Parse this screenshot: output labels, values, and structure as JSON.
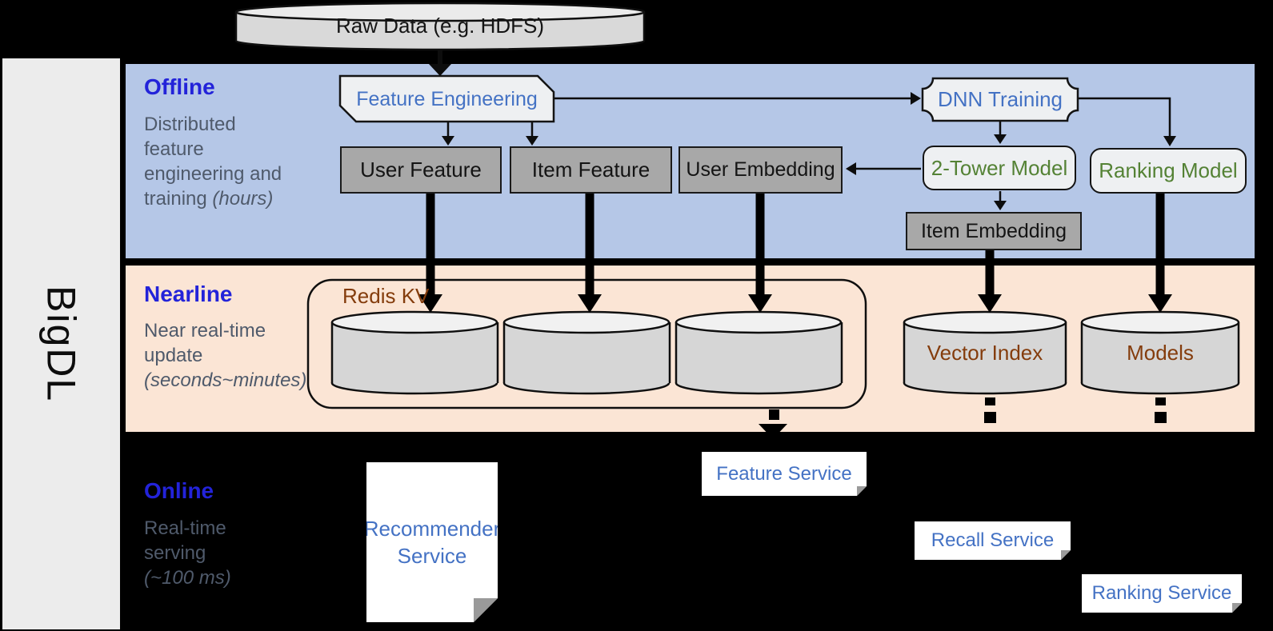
{
  "sidebar": {
    "brand": "BigDL"
  },
  "pipeline": {
    "source": "Raw Data (e.g. HDFS)"
  },
  "sections": {
    "offline": {
      "title": "Offline",
      "desc_line1": "Distributed",
      "desc_line2": "feature",
      "desc_line3": "engineering and",
      "desc_line4": "training",
      "desc_line4_italic": "(hours)"
    },
    "nearline": {
      "title": "Nearline",
      "desc_line1": "Near real-time",
      "desc_line2": "update",
      "desc_line3_italic": "(seconds~minutes)"
    },
    "online": {
      "title": "Online",
      "desc_line1": "Real-time",
      "desc_line2": "serving",
      "desc_line3_italic": "(~100 ms)"
    }
  },
  "nodes": {
    "feature_engineering": "Feature Engineering",
    "dnn_training": "DNN Training",
    "user_feature": "User Feature",
    "item_feature": "Item Feature",
    "user_embedding": "User Embedding",
    "two_tower_model": "2-Tower Model",
    "ranking_model": "Ranking Model",
    "item_embedding": "Item Embedding",
    "redis_kv": "Redis KV",
    "vector_index": "Vector Index",
    "models": "Models",
    "recommender_service": "Recommender Service",
    "feature_service": "Feature Service",
    "recall_service": "Recall Service",
    "ranking_service": "Ranking Service"
  },
  "colors": {
    "offline_band": "#b5c7e7",
    "nearline_band": "#fbe5d5",
    "online_background": "#000000",
    "section_title_blue": "#2323d9",
    "node_text_blue": "#4472c4",
    "model_text_green": "#548235",
    "storage_text_brown": "#843c0c",
    "gray_node_fill": "#a8a8a8",
    "cylinder_fill": "#d6d6d6",
    "sidebar_fill": "#ececec"
  }
}
